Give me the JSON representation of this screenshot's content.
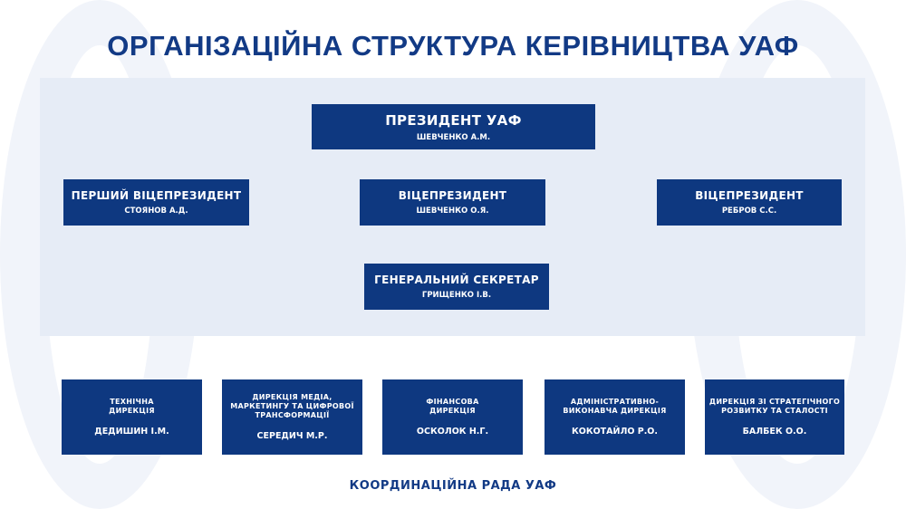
{
  "title": "ОРГАНІЗАЦІЙНА СТРУКТУРА КЕРІВНИЦТВА УАФ",
  "leadership": {
    "president": {
      "role": "ПРЕЗИДЕНТ УАФ",
      "name": "ШЕВЧЕНКО А.М."
    },
    "first_vp": {
      "role": "ПЕРШИЙ ВІЦЕПРЕЗИДЕНТ",
      "name": "СТОЯНОВ А.Д."
    },
    "vp1": {
      "role": "ВІЦЕПРЕЗИДЕНТ",
      "name": "ШЕВЧЕНКО О.Я."
    },
    "vp2": {
      "role": "ВІЦЕПРЕЗИДЕНТ",
      "name": "РЕБРОВ С.С."
    },
    "general_secretary": {
      "role": "ГЕНЕРАЛЬНИЙ СЕКРЕТАР",
      "name": "ГРИЩЕНКО І.В."
    }
  },
  "directorates": [
    {
      "role": "ТЕХНІЧНА ДИРЕКЦІЯ",
      "name": "ДЕДИШИН І.М."
    },
    {
      "role": "ДИРЕКЦІЯ МЕДІА, МАРКЕТИНГУ ТА ЦИФРОВОЇ ТРАНСФОРМАЦІЇ",
      "name": "СЕРЕДИЧ М.Р."
    },
    {
      "role": "ФІНАНСОВА ДИРЕКЦІЯ",
      "name": "ОСКОЛОК Н.Г."
    },
    {
      "role": "АДМІНІСТРАТИВНО-ВИКОНАВЧА ДИРЕКЦІЯ",
      "name": "КОКОТАЙЛО Р.О."
    },
    {
      "role": "ДИРЕКЦІЯ ЗІ СТРАТЕГІЧНОГО РОЗВИТКУ ТА СТАЛОСТІ",
      "name": "БАЛБЕК О.О."
    }
  ],
  "footer": "КООРДИНАЦІЙНА РАДА УАФ",
  "colors": {
    "primary": "#0e3880",
    "panel": "#e6ecf6"
  }
}
